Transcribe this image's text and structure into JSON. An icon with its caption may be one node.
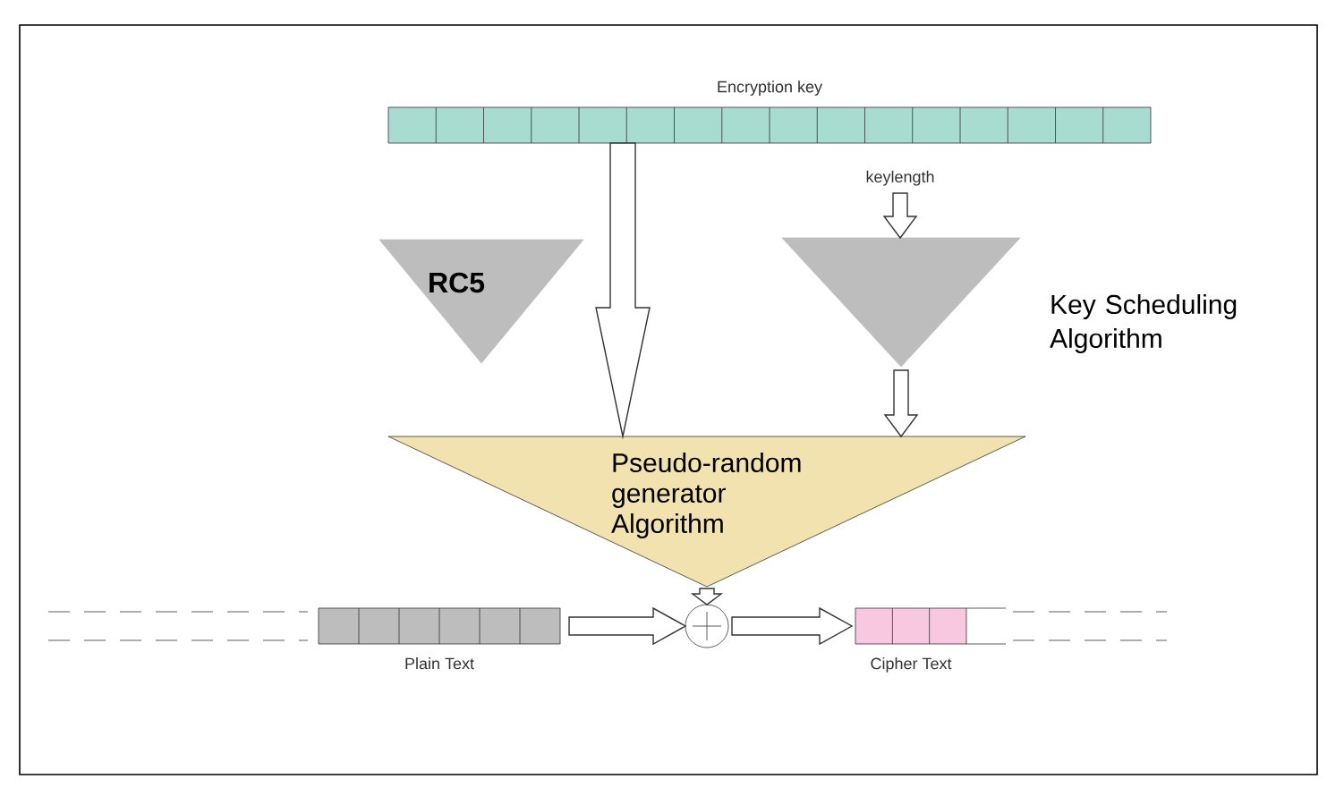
{
  "diagram": {
    "nodes": [
      {
        "text": [
          "Encryption key"
        ]
      },
      {
        "text": [
          "RC5"
        ]
      },
      {
        "text": [
          "Key Scheduling Algorithm"
        ]
      },
      {
        "text": [
          "Pseudo-random generator Algorithm"
        ]
      },
      {
        "text": [],
        "shape": "circle"
      },
      {
        "text": [
          "Plain Text"
        ]
      },
      {
        "text": [
          "Cipher Text"
        ]
      }
    ],
    "edges": [
      {
        "from": 0,
        "to": 3,
        "arrow": "to"
      },
      {
        "from": null,
        "to": 2,
        "arrow": "to",
        "label": "keylength"
      },
      {
        "from": 2,
        "to": 3,
        "arrow": "to"
      },
      {
        "from": 3,
        "to": 4,
        "arrow": "to"
      },
      {
        "from": 5,
        "to": 4,
        "arrow": "to"
      },
      {
        "from": 4,
        "to": 6,
        "arrow": "to"
      }
    ]
  }
}
